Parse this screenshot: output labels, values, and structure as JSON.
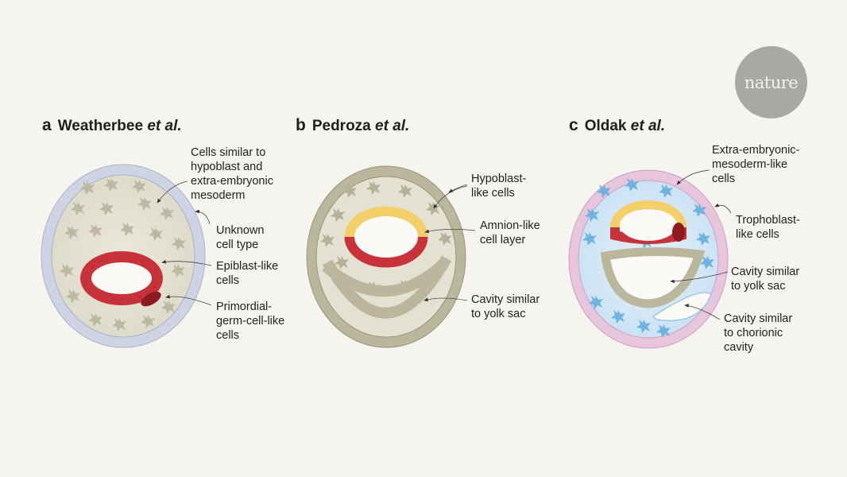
{
  "logo": {
    "text": "nature"
  },
  "panels": [
    {
      "letter": "a",
      "author": "Weatherbee",
      "etal": "et al.",
      "labels": [
        "Cells similar to\nhypoblast and\nextra-embryonic\nmesoderm",
        "Unknown\ncell type",
        "Epiblast-like\ncells",
        "Primordial-\ngerm-cell-like\ncells"
      ]
    },
    {
      "letter": "b",
      "author": "Pedroza",
      "etal": "et al.",
      "labels": [
        "Hypoblast-\nlike cells",
        "Amnion-like\ncell layer",
        "Cavity similar\nto yolk sac"
      ]
    },
    {
      "letter": "c",
      "author": "Oldak",
      "etal": "et al.",
      "labels": [
        "Extra-embryonic-\nmesoderm-like\ncells",
        "Trophoblast-\nlike cells",
        "Cavity similar\nto yolk sac",
        "Cavity similar\nto chorionic\ncavity"
      ]
    }
  ],
  "colors": {
    "background": "#f5f4ee",
    "epiblast_red": "#c8323a",
    "pgc_darkred": "#8e1a20",
    "amnion_yellow": "#f3cf6a",
    "hypoblast_olive": "#b9b69c",
    "unknown_lavender": "#cdd2e3",
    "trophoblast_pink": "#e7c6dd",
    "exem_blue": "#6fb4e0",
    "logo_grey": "#a9a8a5"
  }
}
